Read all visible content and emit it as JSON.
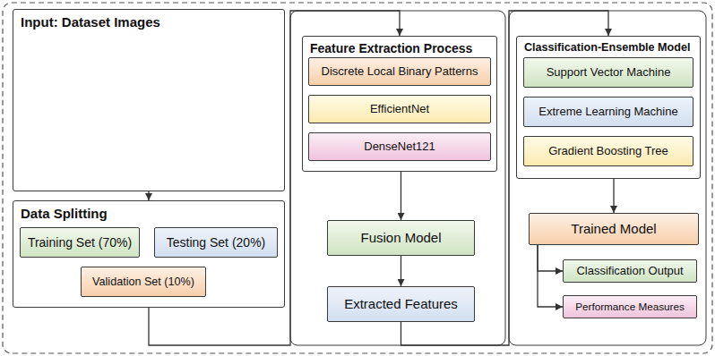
{
  "diagram": {
    "nodes": [
      {
        "text": [
          "Input: Dataset Images"
        ]
      },
      {
        "text": [
          "Data Splitting"
        ]
      },
      {
        "text": [
          "Training Set (70%)"
        ],
        "in": 1
      },
      {
        "text": [
          "Testing Set (20%)"
        ],
        "in": 1
      },
      {
        "text": [
          "Validation Set (10%)"
        ],
        "in": 1
      },
      {
        "text": [
          "Feature Extraction Process"
        ]
      },
      {
        "text": [
          "Discrete Local Binary Patterns"
        ],
        "in": 5
      },
      {
        "text": [
          "EfficientNet"
        ],
        "in": 5
      },
      {
        "text": [
          "DenseNet121"
        ],
        "in": 5
      },
      {
        "text": [
          "Fusion Model"
        ]
      },
      {
        "text": [
          "Extracted Features"
        ]
      },
      {
        "text": [
          "Classification-Ensemble Model"
        ]
      },
      {
        "text": [
          "Support Vector Machine"
        ],
        "in": 11
      },
      {
        "text": [
          "Extreme Learning Machine"
        ],
        "in": 11
      },
      {
        "text": [
          "Gradient Boosting Tree"
        ],
        "in": 11
      },
      {
        "text": [
          "Trained Model"
        ]
      },
      {
        "text": [
          "Classification Output"
        ]
      },
      {
        "text": [
          "Performance Measures"
        ]
      }
    ],
    "edges": [
      {
        "from": 0,
        "to": 1,
        "arrow": "to"
      },
      {
        "from": 1,
        "to": 5,
        "arrow": "to"
      },
      {
        "from": 5,
        "to": 9,
        "arrow": "to"
      },
      {
        "from": 9,
        "to": 10,
        "arrow": "to"
      },
      {
        "from": 10,
        "to": 11,
        "arrow": "to"
      },
      {
        "from": 11,
        "to": 15,
        "arrow": "to"
      },
      {
        "from": 15,
        "to": 16,
        "arrow": "to"
      },
      {
        "from": 15,
        "to": 17,
        "arrow": "to"
      }
    ]
  }
}
